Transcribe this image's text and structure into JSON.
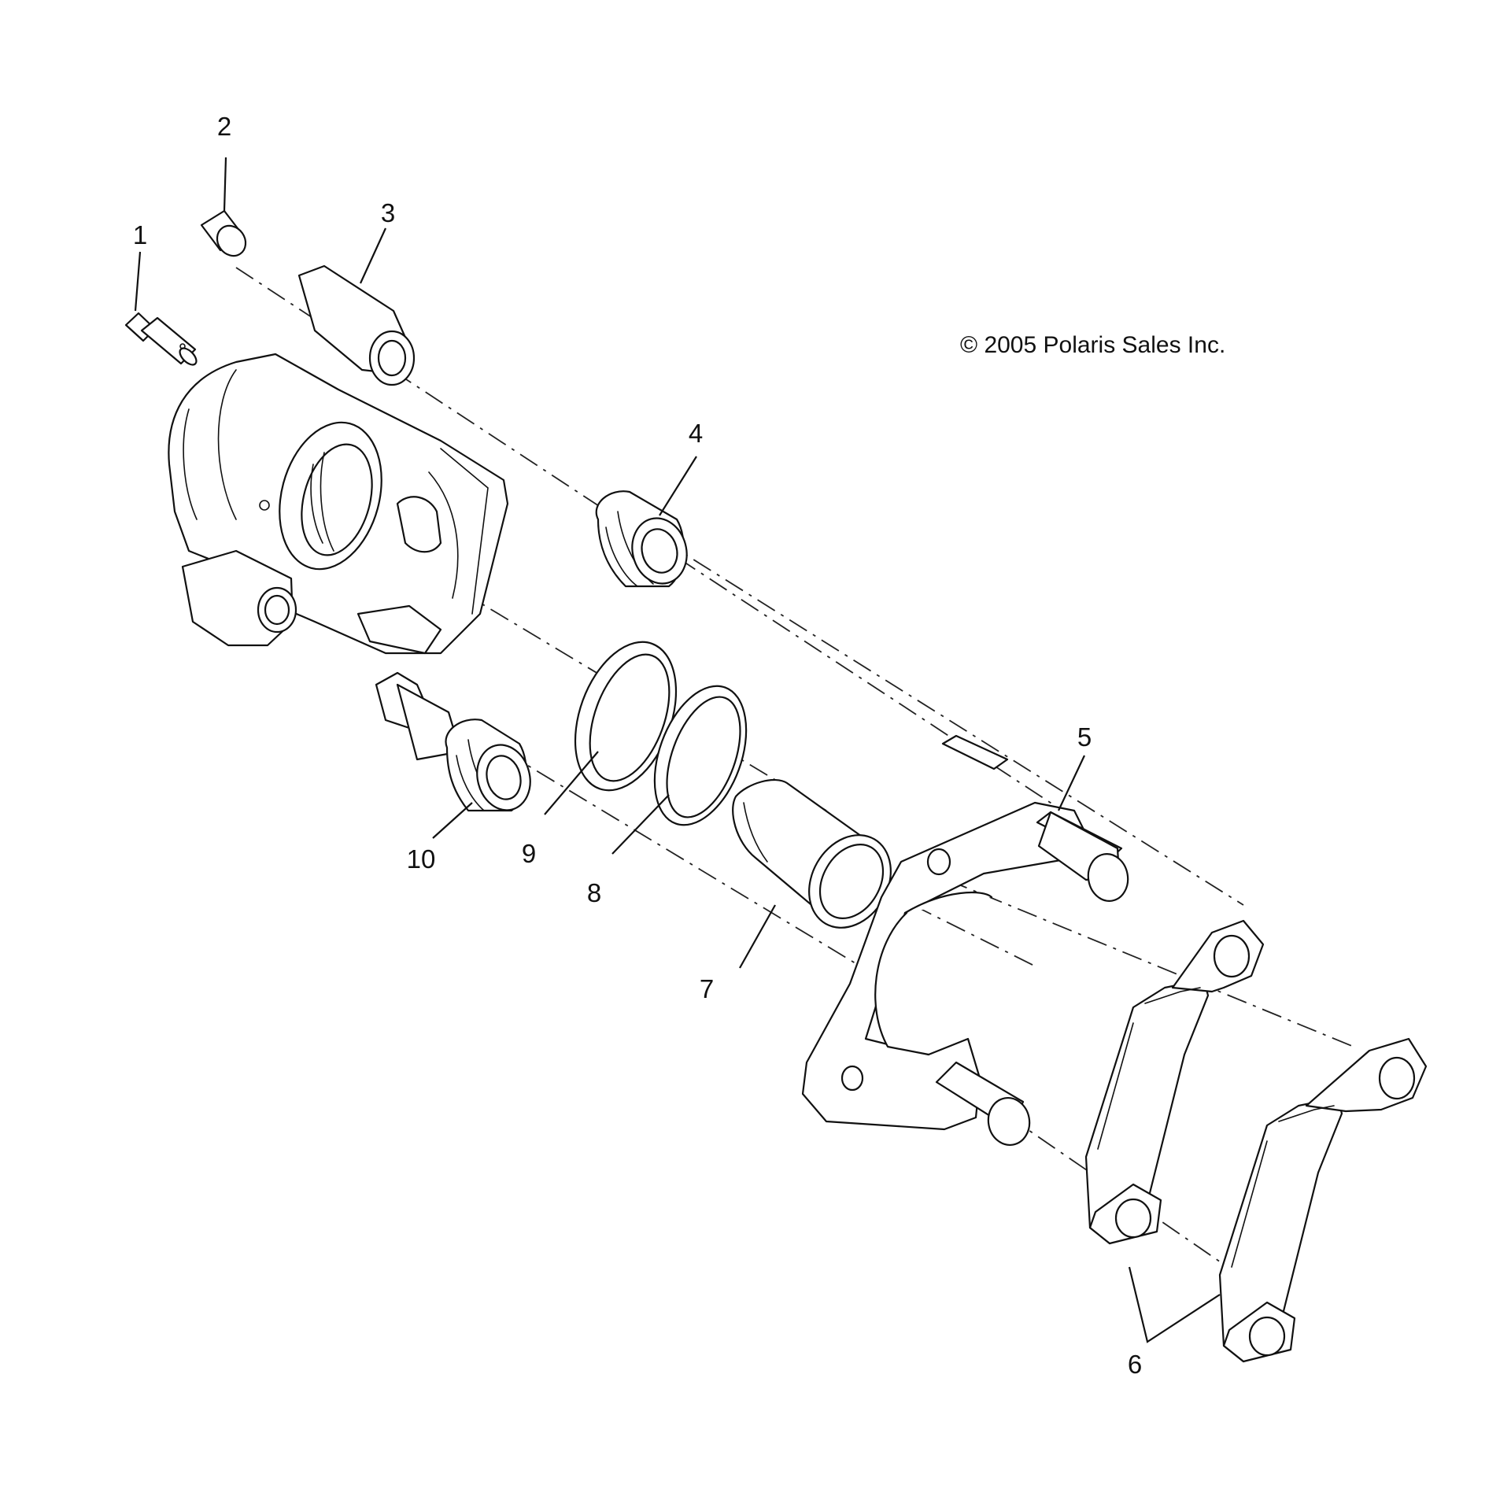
{
  "copyright": "© 2005 Polaris Sales Inc.",
  "callouts": {
    "c1": "1",
    "c2": "2",
    "c3": "3",
    "c4": "4",
    "c5": "5",
    "c6": "6",
    "c7": "7",
    "c8": "8",
    "c9": "9",
    "c10": "10"
  }
}
